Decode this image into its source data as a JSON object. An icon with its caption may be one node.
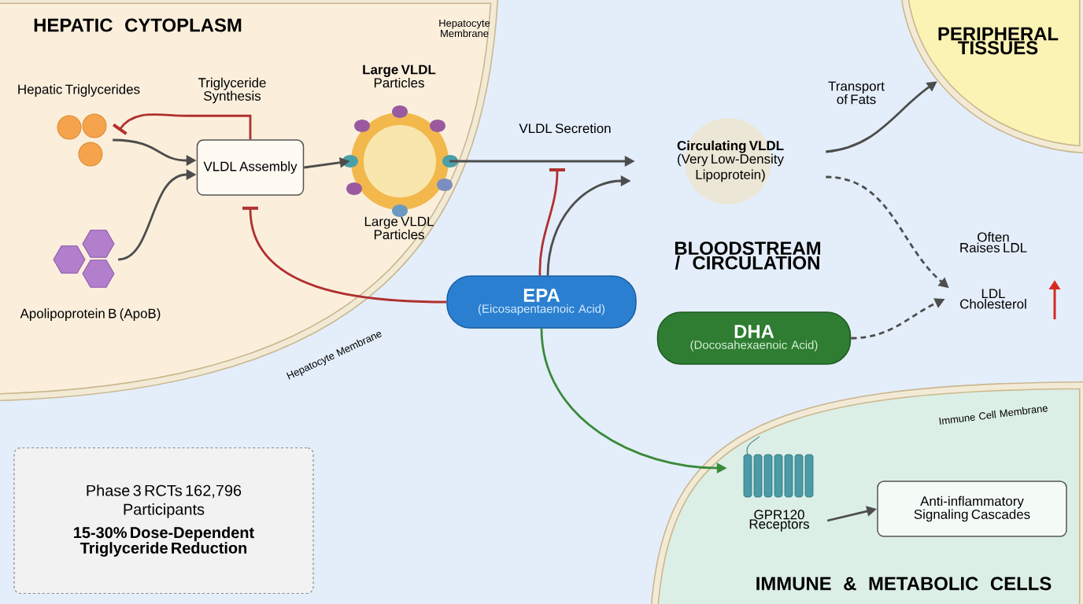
{
  "diagram": {
    "nodes": [
      {
        "text": [
          "HEPATIC CYTOPLASM"
        ],
        "beside": [
          "Hepatocyte Membrane",
          "Hepatocyte Membrane"
        ]
      },
      {
        "text": [
          "Hepatic Triglycerides"
        ],
        "in": 0
      },
      {
        "text": [
          "Apolipoprotein B (ApoB)"
        ],
        "in": 0
      },
      {
        "text": [
          "VLDL Assembly"
        ],
        "in": 0
      },
      {
        "text": [
          "**Large VLDL** Particles",
          "Large VLDL Particles"
        ],
        "in": 0
      },
      {
        "text": [
          "Circulating VLDL",
          "(Very Low-Density Lipoprotein)"
        ]
      },
      {
        "text": [
          "EPA",
          "(Eicosapentaenoic Acid)"
        ]
      },
      {
        "text": [
          "DHA",
          "(Docosahexaenoic Acid)"
        ]
      },
      {
        "text": [
          "LDL Cholesterol"
        ],
        "beside": [
          "Often Raises LDL"
        ]
      },
      {
        "text": [
          "PERIPHERAL TISSUES"
        ]
      },
      {
        "text": [
          "IMMUNE & METABOLIC CELLS"
        ],
        "beside": [
          "Immune Cell Membrane"
        ]
      },
      {
        "text": [
          "GPR120 Receptors"
        ],
        "in": 10
      },
      {
        "text": [
          "Anti-inflammatory Signaling Cascades"
        ],
        "in": 10
      },
      {
        "text": [
          "Phase 3 RCTs 162,796 Participants",
          "15-30% Dose-Dependent Triglyceride Reduction"
        ]
      }
    ],
    "edges": [
      {
        "from": 1,
        "to": 3,
        "arrow": "to"
      },
      {
        "from": 2,
        "to": 3,
        "arrow": "to"
      },
      {
        "from": 3,
        "to": 4,
        "arrow": "to"
      },
      {
        "from": 4,
        "to": 5,
        "arrow": "to",
        "label": "VLDL Secretion"
      },
      {
        "from": 3,
        "to": 1,
        "arrow": "other",
        "label": "Triglyceride Synthesis",
        "color": "#b03030"
      },
      {
        "from": 6,
        "to": 3,
        "arrow": "other",
        "color": "#b03030"
      },
      {
        "from": 6,
        "to": null,
        "arrow": "other",
        "color": "#b03030"
      },
      {
        "from": 6,
        "to": 5,
        "arrow": "to"
      },
      {
        "from": 5,
        "to": 9,
        "arrow": "to",
        "label": "Transport of Fats"
      },
      {
        "from": 5,
        "to": 8,
        "arrow": "to",
        "style": "dashed"
      },
      {
        "from": 7,
        "to": 8,
        "arrow": "to",
        "style": "dashed"
      },
      {
        "from": 6,
        "to": 11,
        "arrow": "to",
        "color": "#3a8a3a"
      },
      {
        "from": 11,
        "to": 12,
        "arrow": "to"
      }
    ],
    "labels": [
      "BLOODSTREAM / CIRCULATION"
    ]
  }
}
